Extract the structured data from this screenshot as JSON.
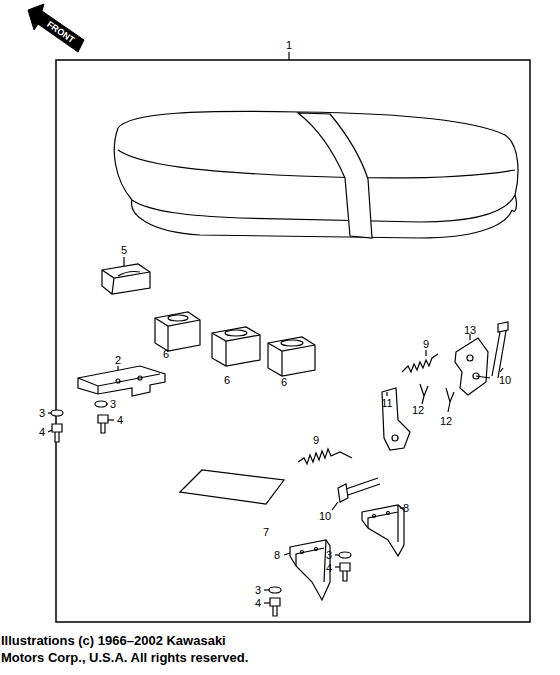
{
  "diagram": {
    "nodes": [
      {
        "text": [
          "FRONT"
        ]
      }
    ],
    "labels": [
      "1",
      "5",
      "6",
      "6",
      "6",
      "2",
      "9",
      "13",
      "3",
      "3",
      "4",
      "4",
      "10",
      "12",
      "12",
      "11",
      "9",
      "10",
      "7",
      "8",
      "8",
      "3",
      "4",
      "3",
      "4",
      "Illustrations (c) 1966–2002 Kawasaki",
      "Motors Corp., U.S.A.  All rights reserved."
    ]
  }
}
